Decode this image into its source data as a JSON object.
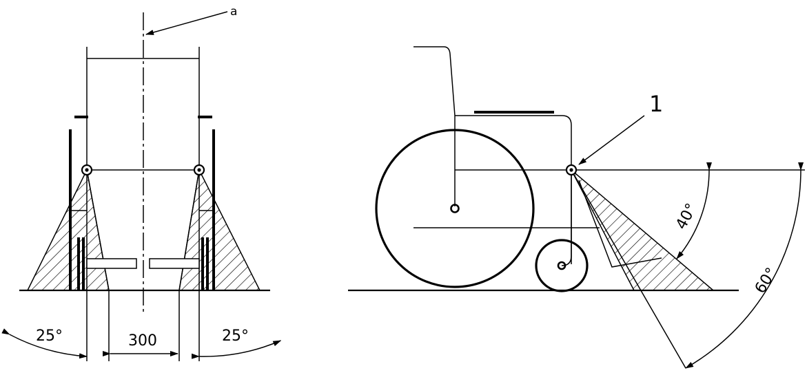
{
  "front_view": {
    "reference_label": "a",
    "angle_left": "25°",
    "width": "300",
    "angle_right": "25°"
  },
  "side_view": {
    "pivot_label": "1",
    "angle_small": "40°",
    "angle_large": "60°"
  }
}
